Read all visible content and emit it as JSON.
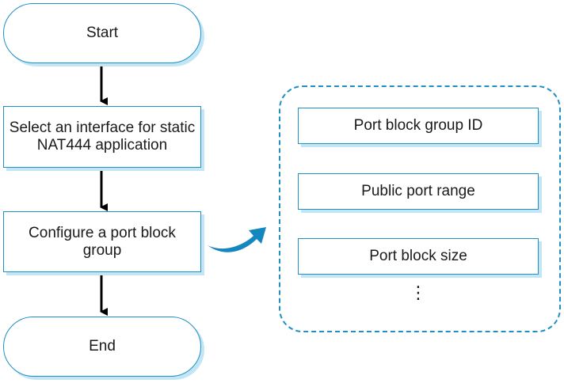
{
  "flow": {
    "start": "Start",
    "step_select": "Select an interface for static NAT444 application",
    "step_configure": "Configure a port block group",
    "end": "End"
  },
  "port_block_group": {
    "items": [
      "Port block group ID",
      "Public port range",
      "Port block size"
    ],
    "more": "⋮"
  },
  "colors": {
    "border": "#1f8fc4",
    "shadow": "#c3e6f6",
    "arrow": "#000000",
    "curved_arrow": "#1486c0"
  }
}
